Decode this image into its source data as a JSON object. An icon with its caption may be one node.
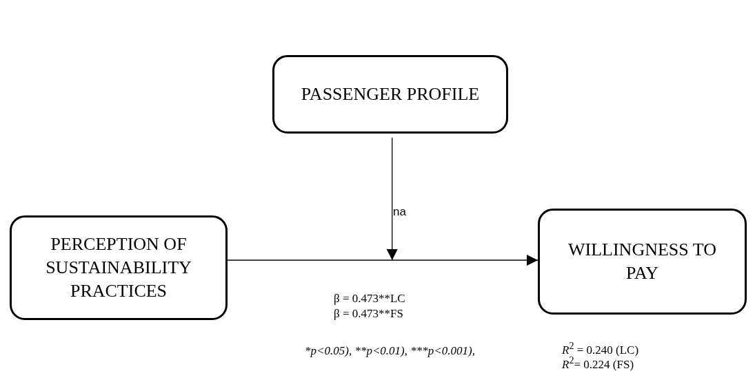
{
  "diagram": {
    "nodes": [
      {
        "text": [
          "PASSENGER PROFILE"
        ]
      },
      {
        "text": [
          "PERCEPTION OF SUSTAINABILITY PRACTICES"
        ]
      },
      {
        "text": [
          "WILLINGNESS TO PAY"
        ]
      }
    ],
    "edges": [
      {
        "from": 1,
        "to": 2,
        "arrow": "to"
      },
      {
        "from": 0,
        "to": null,
        "arrow": "to",
        "label": "na"
      }
    ],
    "labels": [
      "β = 0.473**LC",
      "β = 0.473**FS",
      "*p<0.05), **p<0.01), ***p<0.001),",
      "*R*$^{2}$ = 0.240 (LC)",
      "*R*$^{2}$= 0.224 (FS)"
    ]
  }
}
